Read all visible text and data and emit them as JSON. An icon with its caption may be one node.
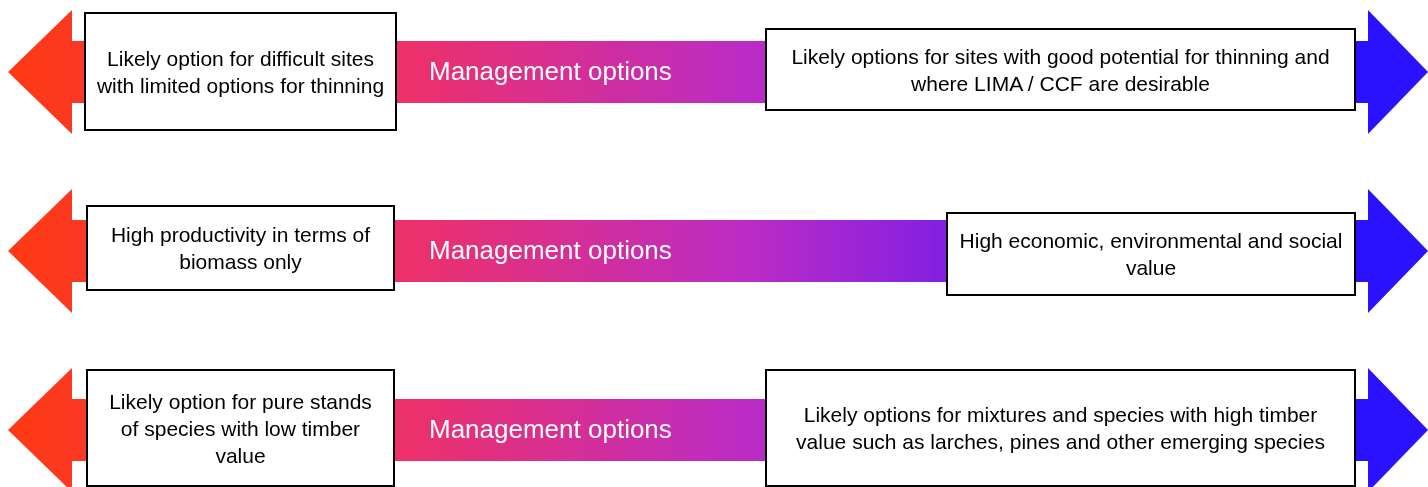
{
  "diagram": {
    "nodes": [
      {
        "text": [
          "Likely option for difficult sites with limited options for thinning"
        ]
      },
      {
        "text": [
          "Likely options for sites with good potential for thinning and where LIMA / CCF are desirable"
        ]
      },
      {
        "text": [
          "High productivity in terms of biomass only"
        ]
      },
      {
        "text": [
          "High economic, environmental and social value"
        ]
      },
      {
        "text": [
          "Likely option for pure stands of species with low timber value"
        ]
      },
      {
        "text": [
          "Likely options for mixtures and species with high timber value such as larches, pines and other emerging species"
        ]
      }
    ],
    "labels": [
      "Management options",
      "Management options",
      "Management options"
    ]
  }
}
